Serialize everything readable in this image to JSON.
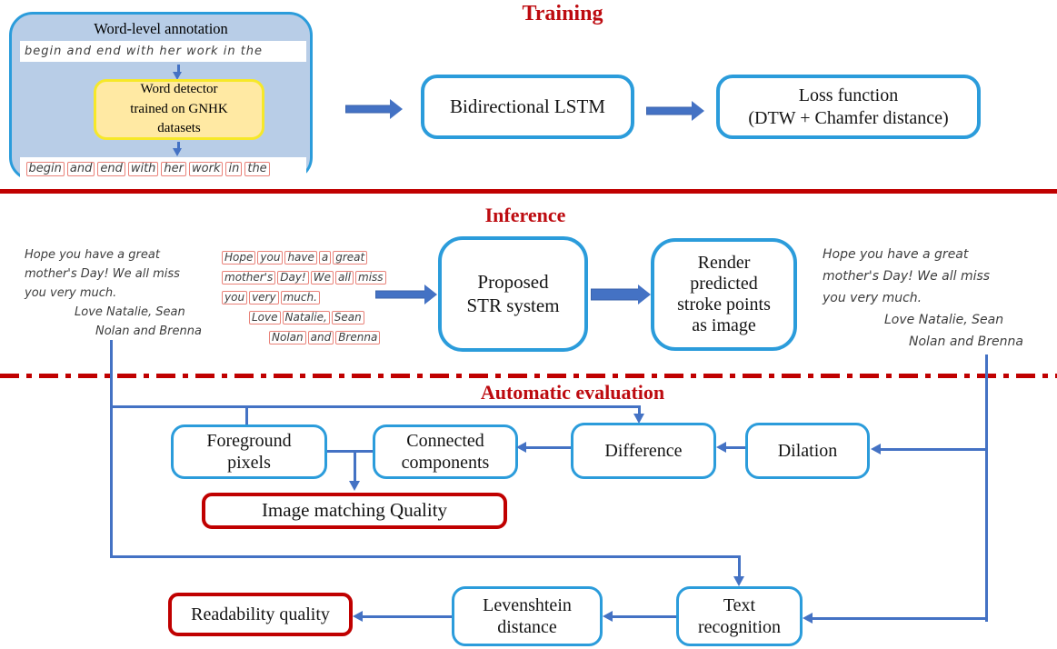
{
  "colors": {
    "box_border_blue": "#2b9cdb",
    "connector_blue": "#4472c4",
    "accent_red": "#c00000",
    "panel_fill": "#b8cde7",
    "yellow_fill": "#ffe9a3",
    "yellow_border": "#f6e829",
    "wordbox_red": "#e98279"
  },
  "training": {
    "title": "Training",
    "panel": {
      "title": "Word-level annotation",
      "sample_line": "begin and end with her work in the",
      "detector_label": "Word detector\ntrained on GNHK\ndatasets",
      "detected_lines": [
        "begin and end with her work in the"
      ]
    },
    "bilstm_label": "Bidirectional LSTM",
    "loss_label": "Loss function\n(DTW + Chamfer distance)"
  },
  "inference": {
    "title": "Inference",
    "note_lines": [
      "Hope you have a great",
      "mother's Day!  We all miss",
      "you very much.",
      "Love Natalie, Sean",
      "Nolan and Brenna"
    ],
    "str_label": "Proposed\nSTR system",
    "render_label": "Render\npredicted\nstroke points\nas image"
  },
  "evaluation": {
    "title": "Automatic evaluation",
    "foreground_label": "Foreground\npixels",
    "connected_label": "Connected\ncomponents",
    "difference_label": "Difference",
    "dilation_label": "Dilation",
    "image_matching_label": "Image matching Quality",
    "readability_label": "Readability quality",
    "levenshtein_label": "Levenshtein\ndistance",
    "text_recognition_label": "Text\nrecognition"
  }
}
